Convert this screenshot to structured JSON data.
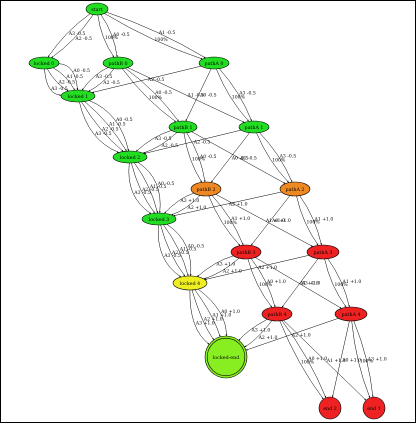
{
  "colors": {
    "green": "#22dd22",
    "orange": "#ee8822",
    "red": "#ee2222",
    "yellow": "#eeee22",
    "light_green": "#88ee22"
  },
  "nodes": [
    {
      "id": "start",
      "label": "start",
      "color": "green"
    },
    {
      "id": "locked0",
      "label": "locked 0",
      "color": "green"
    },
    {
      "id": "pathB0",
      "label": "pathB 0",
      "color": "green"
    },
    {
      "id": "pathA0",
      "label": "pathA 0",
      "color": "green"
    },
    {
      "id": "locked1",
      "label": "locked 1",
      "color": "green"
    },
    {
      "id": "pathB1",
      "label": "pathB 1",
      "color": "green"
    },
    {
      "id": "pathA1",
      "label": "pathA 1",
      "color": "green"
    },
    {
      "id": "locked2",
      "label": "locked 2",
      "color": "green"
    },
    {
      "id": "pathB2",
      "label": "pathB 2",
      "color": "orange"
    },
    {
      "id": "pathA2",
      "label": "pathA 2",
      "color": "orange"
    },
    {
      "id": "locked3",
      "label": "locked 3",
      "color": "green"
    },
    {
      "id": "pathB3",
      "label": "pathB 3",
      "color": "red"
    },
    {
      "id": "pathA3",
      "label": "pathA 3",
      "color": "red"
    },
    {
      "id": "locked4",
      "label": "locked 4",
      "color": "yellow"
    },
    {
      "id": "pathB4",
      "label": "pathB 4",
      "color": "red"
    },
    {
      "id": "pathA4",
      "label": "pathA 4",
      "color": "red"
    },
    {
      "id": "lockedEnd",
      "label": "locked-end",
      "color": "light_green"
    },
    {
      "id": "end2",
      "label": "end 2",
      "color": "red"
    },
    {
      "id": "end1",
      "label": "end 1",
      "color": "red"
    }
  ],
  "edges": [
    {
      "from": "start",
      "to": "locked0",
      "label": "A2 -0.5"
    },
    {
      "from": "start",
      "to": "locked0",
      "label": "A3 -0.5"
    },
    {
      "from": "start",
      "to": "pathB0",
      "label": "A0 -0.5"
    },
    {
      "from": "start",
      "to": "pathB0",
      "label": "100%"
    },
    {
      "from": "start",
      "to": "pathA0",
      "label": "A1 -0.5"
    },
    {
      "from": "start",
      "to": "pathA0",
      "label": "100%"
    },
    {
      "from": "locked0",
      "to": "locked1",
      "label": "A0 -0.5"
    },
    {
      "from": "locked0",
      "to": "locked1",
      "label": "A1 -0.5"
    },
    {
      "from": "locked0",
      "to": "locked1",
      "label": "A2 -0.5"
    },
    {
      "from": "locked0",
      "to": "locked1",
      "label": "A3 -0.5"
    },
    {
      "from": "pathB0",
      "to": "locked1",
      "label": "A2 -0.5"
    },
    {
      "from": "pathB0",
      "to": "locked1",
      "label": "A3 -0.5"
    },
    {
      "from": "pathB0",
      "to": "pathB1",
      "label": "A0 -0.5"
    },
    {
      "from": "pathB0",
      "to": "pathB1",
      "label": "100%"
    },
    {
      "from": "pathB0",
      "to": "pathA1",
      "label": "A1 -0.5"
    },
    {
      "from": "pathA0",
      "to": "locked1",
      "label": "A2 -0.5"
    },
    {
      "from": "pathA0",
      "to": "pathB1",
      "label": "A0 -0.5"
    },
    {
      "from": "pathA0",
      "to": "pathA1",
      "label": "A3 -0.5"
    },
    {
      "from": "pathA0",
      "to": "pathA1",
      "label": "100%"
    },
    {
      "from": "locked1",
      "to": "locked2",
      "label": "A0 -0.5"
    },
    {
      "from": "locked1",
      "to": "locked2",
      "label": "A1 -0.5"
    },
    {
      "from": "locked1",
      "to": "locked2",
      "label": "A2 -0.5"
    },
    {
      "from": "locked1",
      "to": "locked2",
      "label": "A3 -0.5"
    },
    {
      "from": "pathB1",
      "to": "locked2",
      "label": "A2 -0.5"
    },
    {
      "from": "pathB1",
      "to": "locked2",
      "label": "A3 -0.5"
    },
    {
      "from": "pathB1",
      "to": "pathB2",
      "label": "A0 -0.5"
    },
    {
      "from": "pathB1",
      "to": "pathB2",
      "label": "100%"
    },
    {
      "from": "pathB1",
      "to": "pathA2",
      "label": "A1 -0.5"
    },
    {
      "from": "pathA1",
      "to": "locked2",
      "label": "A2 -0.5"
    },
    {
      "from": "pathA1",
      "to": "pathB2",
      "label": "A0 -0.5"
    },
    {
      "from": "pathA1",
      "to": "pathA2",
      "label": "A3 -0.5"
    },
    {
      "from": "pathA1",
      "to": "pathA2",
      "label": "100%"
    },
    {
      "from": "locked2",
      "to": "locked3",
      "label": "A0 -0.5"
    },
    {
      "from": "locked2",
      "to": "locked3",
      "label": "A1 -0.5"
    },
    {
      "from": "locked2",
      "to": "locked3",
      "label": "A2 -0.5"
    },
    {
      "from": "locked2",
      "to": "locked3",
      "label": "A3 -0.5"
    },
    {
      "from": "pathB2",
      "to": "locked3",
      "label": "A2 +1.0"
    },
    {
      "from": "pathB2",
      "to": "locked3",
      "label": "A3 +1.0"
    },
    {
      "from": "pathB2",
      "to": "pathB3",
      "label": "A1 +1.0"
    },
    {
      "from": "pathB2",
      "to": "pathB3",
      "label": "100%"
    },
    {
      "from": "pathB2",
      "to": "pathA3",
      "label": "A1 +1.0"
    },
    {
      "from": "pathA2",
      "to": "locked3",
      "label": "A2 +1.0"
    },
    {
      "from": "pathA2",
      "to": "pathB3",
      "label": "A0 +1.0"
    },
    {
      "from": "pathA2",
      "to": "pathA3",
      "label": "A1 +1.0"
    },
    {
      "from": "pathA2",
      "to": "pathA3",
      "label": "100%"
    },
    {
      "from": "locked3",
      "to": "locked4",
      "label": "A0 -0.5"
    },
    {
      "from": "locked3",
      "to": "locked4",
      "label": "A1 -0.5"
    },
    {
      "from": "locked3",
      "to": "locked4",
      "label": "A2 -0.5"
    },
    {
      "from": "locked3",
      "to": "locked4",
      "label": "A3 -0.5"
    },
    {
      "from": "pathB3",
      "to": "locked4",
      "label": "A2 +1.0"
    },
    {
      "from": "pathB3",
      "to": "locked4",
      "label": "A3 +1.0"
    },
    {
      "from": "pathB3",
      "to": "pathB4",
      "label": "A0 +1.0"
    },
    {
      "from": "pathB3",
      "to": "pathB4",
      "label": "100%"
    },
    {
      "from": "pathB3",
      "to": "pathA4",
      "label": "A1 +1.0"
    },
    {
      "from": "pathA3",
      "to": "locked4",
      "label": "A2 +1.0"
    },
    {
      "from": "pathA3",
      "to": "pathB4",
      "label": "A3 +1.0"
    },
    {
      "from": "pathA3",
      "to": "pathA4",
      "label": "A1 +1.0"
    },
    {
      "from": "pathA3",
      "to": "pathA4",
      "label": "100%"
    },
    {
      "from": "locked4",
      "to": "lockedEnd",
      "label": "A0 +1.0"
    },
    {
      "from": "locked4",
      "to": "lockedEnd",
      "label": "A1 +1.0"
    },
    {
      "from": "locked4",
      "to": "lockedEnd",
      "label": "A2 +1.0"
    },
    {
      "from": "locked4",
      "to": "lockedEnd",
      "label": "A3 +1.0"
    },
    {
      "from": "pathB4",
      "to": "lockedEnd",
      "label": "A2 +1.0"
    },
    {
      "from": "pathB4",
      "to": "lockedEnd",
      "label": "A3 +1.0"
    },
    {
      "from": "pathB4",
      "to": "end2",
      "label": "A0 +1.0"
    },
    {
      "from": "pathB4",
      "to": "end2",
      "label": "100%"
    },
    {
      "from": "pathB4",
      "to": "end1",
      "label": "A1 +1.0"
    },
    {
      "from": "pathA4",
      "to": "lockedEnd",
      "label": "A2 +1.0"
    },
    {
      "from": "pathA4",
      "to": "end2",
      "label": "A0 +1.0"
    },
    {
      "from": "pathA4",
      "to": "end1",
      "label": "A3 +1.0"
    },
    {
      "from": "pathA4",
      "to": "end1",
      "label": "100%"
    }
  ]
}
